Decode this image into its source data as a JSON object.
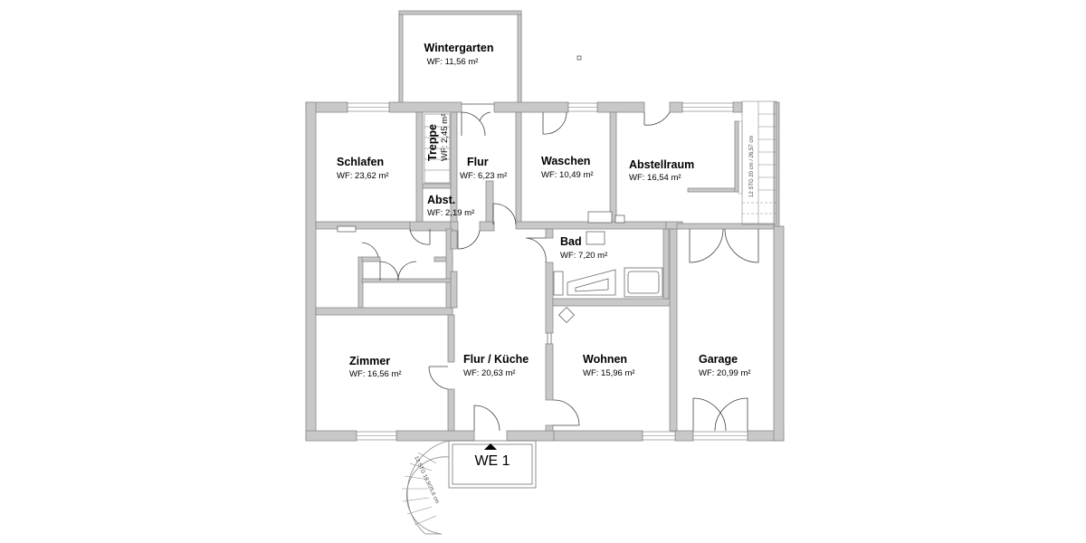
{
  "floorplan": {
    "label": "WE 1",
    "rooms": [
      {
        "id": "wintergarten",
        "name": "Wintergarten",
        "area": "WF: 11,56 m²"
      },
      {
        "id": "schlafen",
        "name": "Schlafen",
        "area": "WF: 23,62 m²"
      },
      {
        "id": "treppe",
        "name": "Treppe",
        "area": "WF: 2,45 m²"
      },
      {
        "id": "flur",
        "name": "Flur",
        "area": "WF: 6,23 m²"
      },
      {
        "id": "abst",
        "name": "Abst.",
        "area": "WF: 2,19 m²"
      },
      {
        "id": "waschen",
        "name": "Waschen",
        "area": "WF: 10,49 m²"
      },
      {
        "id": "abstellraum",
        "name": "Abstellraum",
        "area": "WF: 16,54 m²"
      },
      {
        "id": "bad",
        "name": "Bad",
        "area": "WF: 7,20 m²"
      },
      {
        "id": "zimmer",
        "name": "Zimmer",
        "area": "WF: 16,56 m²"
      },
      {
        "id": "flur-kueche",
        "name": "Flur / Küche",
        "area": "WF: 20,63 m²"
      },
      {
        "id": "wohnen",
        "name": "Wohnen",
        "area": "WF: 15,96 m²"
      },
      {
        "id": "garage",
        "name": "Garage",
        "area": "WF: 20,99 m²"
      }
    ],
    "stair_notes": {
      "right_stair": "12 STG 20 cm / 26,57 cm",
      "spiral_stair": "13 STG 16,9/25,6 cm"
    }
  }
}
